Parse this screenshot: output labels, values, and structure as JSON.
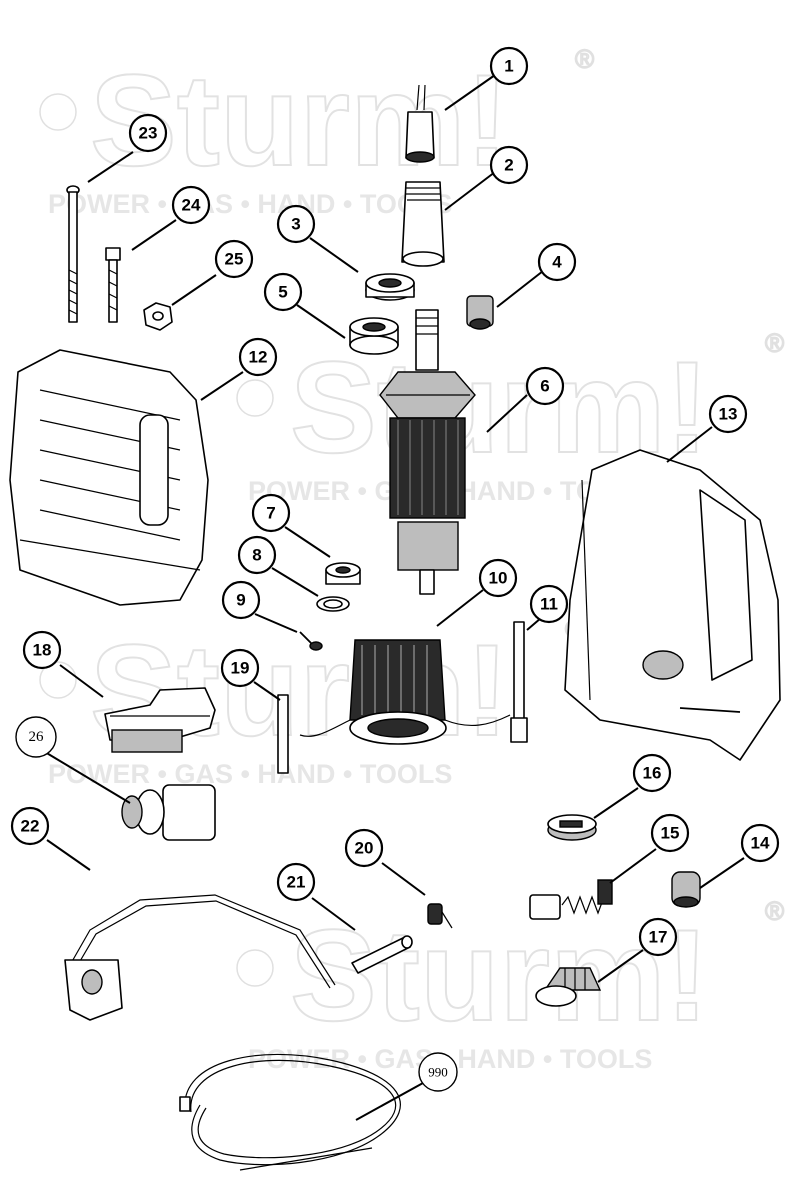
{
  "watermark": {
    "brand": "Sturm!",
    "tagline": "POWER • GAS • HAND • TOOLS",
    "registered": "®"
  },
  "callouts": [
    {
      "id": "c1",
      "label": "1"
    },
    {
      "id": "c2",
      "label": "2"
    },
    {
      "id": "c3",
      "label": "3"
    },
    {
      "id": "c4",
      "label": "4"
    },
    {
      "id": "c5",
      "label": "5"
    },
    {
      "id": "c6",
      "label": "6"
    },
    {
      "id": "c7",
      "label": "7"
    },
    {
      "id": "c8",
      "label": "8"
    },
    {
      "id": "c9",
      "label": "9"
    },
    {
      "id": "c10",
      "label": "10"
    },
    {
      "id": "c11",
      "label": "11"
    },
    {
      "id": "c12",
      "label": "12"
    },
    {
      "id": "c13",
      "label": "13"
    },
    {
      "id": "c14",
      "label": "14"
    },
    {
      "id": "c15",
      "label": "15"
    },
    {
      "id": "c16",
      "label": "16"
    },
    {
      "id": "c17",
      "label": "17"
    },
    {
      "id": "c18",
      "label": "18"
    },
    {
      "id": "c19",
      "label": "19"
    },
    {
      "id": "c20",
      "label": "20"
    },
    {
      "id": "c21",
      "label": "21"
    },
    {
      "id": "c22",
      "label": "22"
    },
    {
      "id": "c23",
      "label": "23"
    },
    {
      "id": "c24",
      "label": "24"
    },
    {
      "id": "c25",
      "label": "25"
    },
    {
      "id": "c26",
      "label": "26"
    },
    {
      "id": "c990",
      "label": "990"
    }
  ]
}
